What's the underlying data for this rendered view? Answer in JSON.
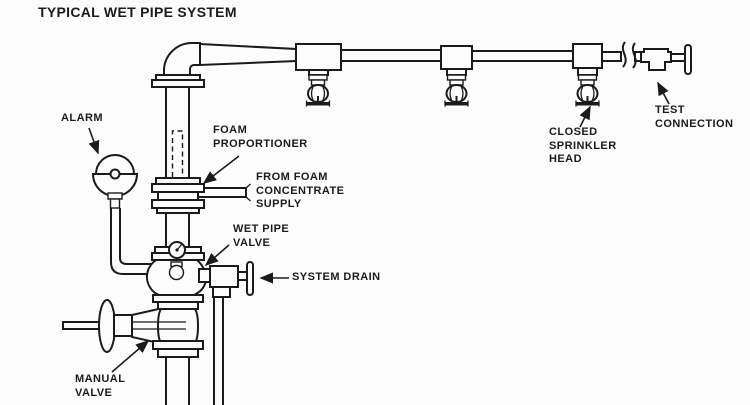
{
  "title": "TYPICAL WET PIPE SYSTEM",
  "colors": {
    "ink": "#1b1b1b",
    "paper": "#fcfcfc"
  },
  "labels": {
    "alarm": {
      "lines": [
        "ALARM"
      ]
    },
    "foam_proportioner": {
      "lines": [
        "FOAM",
        "PROPORTIONER"
      ]
    },
    "foam_supply": {
      "lines": [
        "FROM FOAM",
        "CONCENTRATE",
        "SUPPLY"
      ]
    },
    "wet_pipe_valve": {
      "lines": [
        "WET PIPE",
        "VALVE"
      ]
    },
    "system_drain": {
      "lines": [
        "SYSTEM DRAIN"
      ]
    },
    "manual_valve": {
      "lines": [
        "MANUAL",
        "VALVE"
      ]
    },
    "closed_sprinkler_head": {
      "lines": [
        "CLOSED",
        "SPRINKLER",
        "HEAD"
      ]
    },
    "test_connection": {
      "lines": [
        "TEST",
        "CONNECTION"
      ]
    }
  }
}
